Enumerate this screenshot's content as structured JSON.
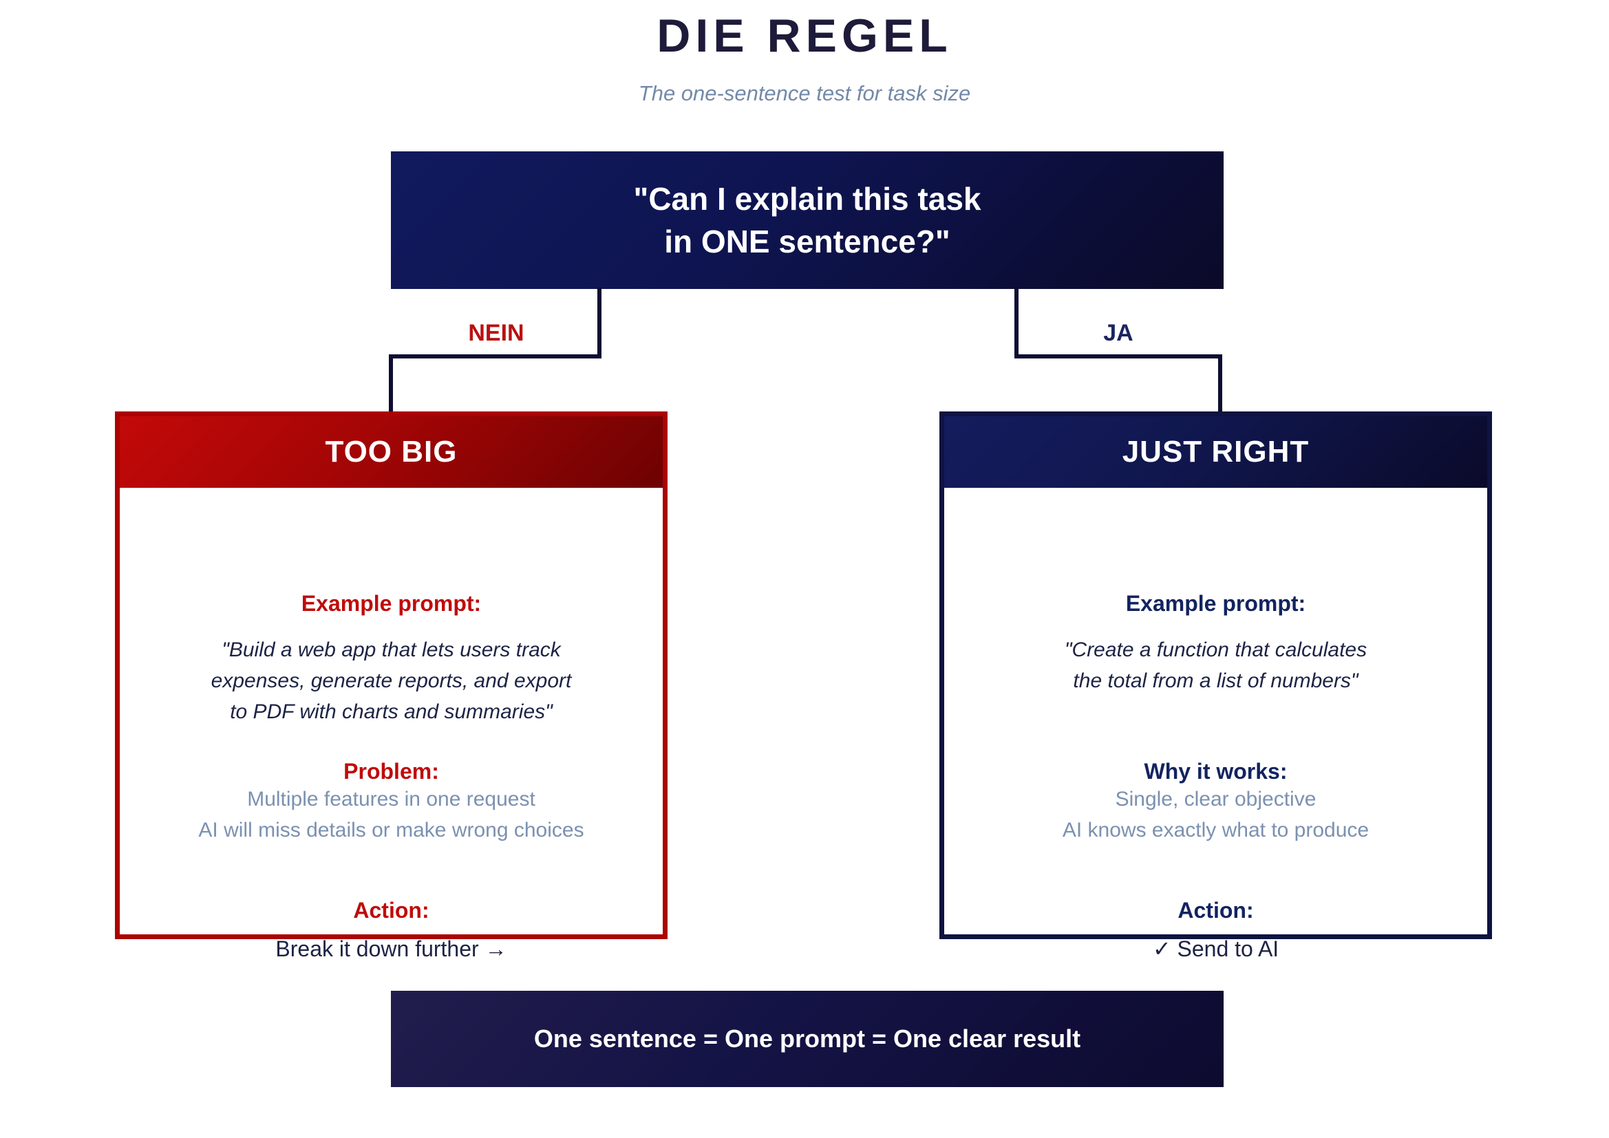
{
  "title": "DIE REGEL",
  "subtitle": "The one-sentence test for task size",
  "decision": {
    "line1": "\"Can I explain this task",
    "line2": "in ONE sentence?\""
  },
  "branches": {
    "no_label": "NEIN",
    "yes_label": "JA"
  },
  "too_big": {
    "header": "TOO BIG",
    "example_label": "Example prompt:",
    "example_lines": {
      "0": "\"Build a web app that lets users track",
      "1": "expenses, generate reports, and export",
      "2": "to PDF with charts and summaries\""
    },
    "problem_label": "Problem:",
    "problem_lines": {
      "0": "Multiple features in one request",
      "1": "AI will miss details or make wrong choices"
    },
    "action_label": "Action:",
    "action_text": "Break it down further",
    "action_arrow": "→"
  },
  "just_right": {
    "header": "JUST RIGHT",
    "example_label": "Example prompt:",
    "example_lines": {
      "0": "\"Create a function that calculates",
      "1": "the total from a list of numbers\""
    },
    "why_label": "Why it works:",
    "why_lines": {
      "0": "Single, clear objective",
      "1": "AI knows exactly what to produce"
    },
    "action_label": "Action:",
    "action_check": "✓",
    "action_text": "Send to AI"
  },
  "footer": "One sentence = One prompt = One clear result",
  "colors": {
    "accent_red": "#c00b0b",
    "accent_navy": "#12235f",
    "muted_blue": "#7b91b0",
    "dark_text": "#1d2345",
    "navy_gradient_start": "#111a5e",
    "navy_gradient_end": "#0b0a29",
    "red_gradient_start": "#c30909",
    "red_gradient_end": "#6e0202"
  }
}
